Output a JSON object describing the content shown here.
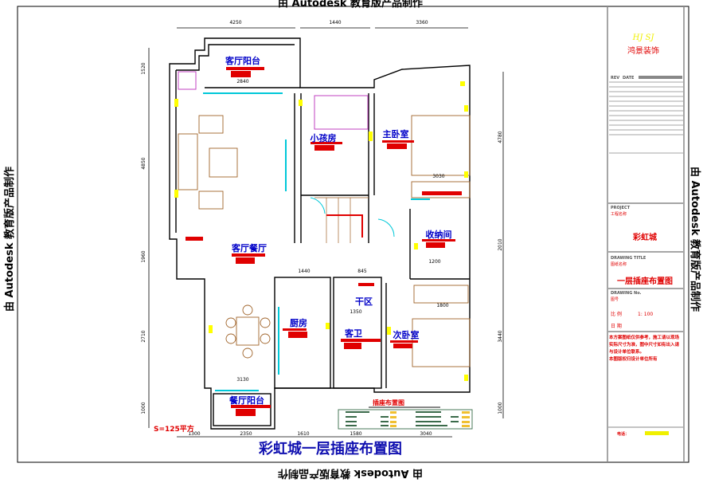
{
  "watermark": {
    "top": "由 Autodesk 教育版产品制作",
    "bottom": "由 Autodesk 教育版产品制作",
    "left": "由 Autodesk 教育版产品制作",
    "right": "由 Autodesk 教育版产品制作"
  },
  "plan": {
    "title": "彩虹城一层插座布置图",
    "area": "S=125平方",
    "rooms": {
      "living_balcony": "客厅阳台",
      "kids_room": "小孩房",
      "master_bedroom": "主卧室",
      "living_dining": "客厅餐厅",
      "storage": "收纳间",
      "kitchen": "厨房",
      "dry_area": "干区",
      "guest_bath": "客卫",
      "second_bedroom": "次卧室",
      "dining_balcony": "餐厅阳台"
    },
    "legend_title": "插座布置图"
  },
  "dimensions": {
    "top": [
      "4250",
      "1440",
      "3360"
    ],
    "bottom": [
      "1300",
      "2350",
      "1610",
      "1580",
      "3040"
    ],
    "left": [
      "1520",
      "4850",
      "1960",
      "2710",
      "1000"
    ],
    "right": [
      "4780",
      "2010",
      "3440",
      "1000"
    ],
    "interior": [
      "2840",
      "3030",
      "1200",
      "1440",
      "845",
      "1350",
      "1800",
      "3130"
    ]
  },
  "title_block": {
    "logo": "HJ SJ",
    "company": "鸿景装饰",
    "rev_labels": [
      "REV",
      "DATE"
    ],
    "project_label": "PROJECT",
    "project_sub": "工程名称",
    "project_name": "彩虹城",
    "drawing_title_label": "DRAWING TITLE",
    "drawing_title_sub": "图纸名称",
    "drawing_title": "一层插座布置图",
    "drawing_no_label": "DRAWING No.",
    "drawing_no_sub": "图号",
    "scale_label": "比 例",
    "scale_value": "1: 100",
    "date_label": "日 期",
    "notes": "本方案图纸仅供参考，施工请以现场实际尺寸为准，图中尺寸如有出入请与设计单位联系。",
    "copyright": "本图版权归设计单位所有",
    "contact_label": "电话："
  },
  "colors": {
    "wall": "#000000",
    "room_label": "#0000c8",
    "accent": "#e00000",
    "socket": "#ffff00",
    "window": "#00c8d8"
  }
}
